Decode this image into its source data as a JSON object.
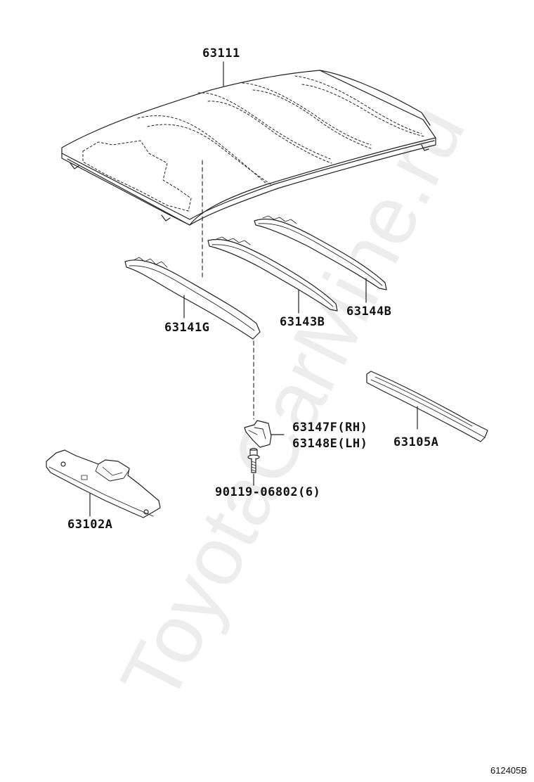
{
  "labels": {
    "roof_panel": "63111",
    "bow_front": "63141G",
    "bow_middle": "63143B",
    "bow_rear": "63144B",
    "bracket": "63147F(RH)",
    "bracket_lh": "63148E(LH)",
    "rear_rail": "63105A",
    "bolt": "90119-06802(6)",
    "front_rail": "63102A"
  },
  "figure_code": "612405B",
  "watermark": "ToyotaCarMine.ru",
  "colors": {
    "line": "#222222",
    "fill": "#ffffff",
    "watermark": "#000000"
  }
}
